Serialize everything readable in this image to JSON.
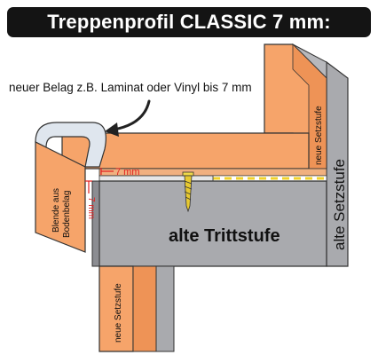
{
  "title": "Treppenprofil CLASSIC 7 mm:",
  "labels": {
    "new_covering_note": "neuer Belag z.B. Laminat oder Vinyl bis 7 mm",
    "old_tread": "alte Trittstufe",
    "old_riser": "alte Setzstufe",
    "new_riser_top": "neue Setzstufe",
    "new_riser_bottom": "neue Setzstufe",
    "nosing_cover_line1": "Blende aus",
    "nosing_cover_line2": "Bodenbelag",
    "dim_horizontal": "7 mm",
    "dim_vertical": "7 mm"
  },
  "colors": {
    "orange": "#f6a46a",
    "orange_dark": "#e8884a",
    "gray": "#a9aaae",
    "gray_dark": "#8c8d92",
    "red_dim": "#e21f1f",
    "outline": "#333333",
    "title_bg": "#141414"
  },
  "icons": {
    "arrow": "curved-arrow-icon",
    "screw": "screw-icon"
  }
}
